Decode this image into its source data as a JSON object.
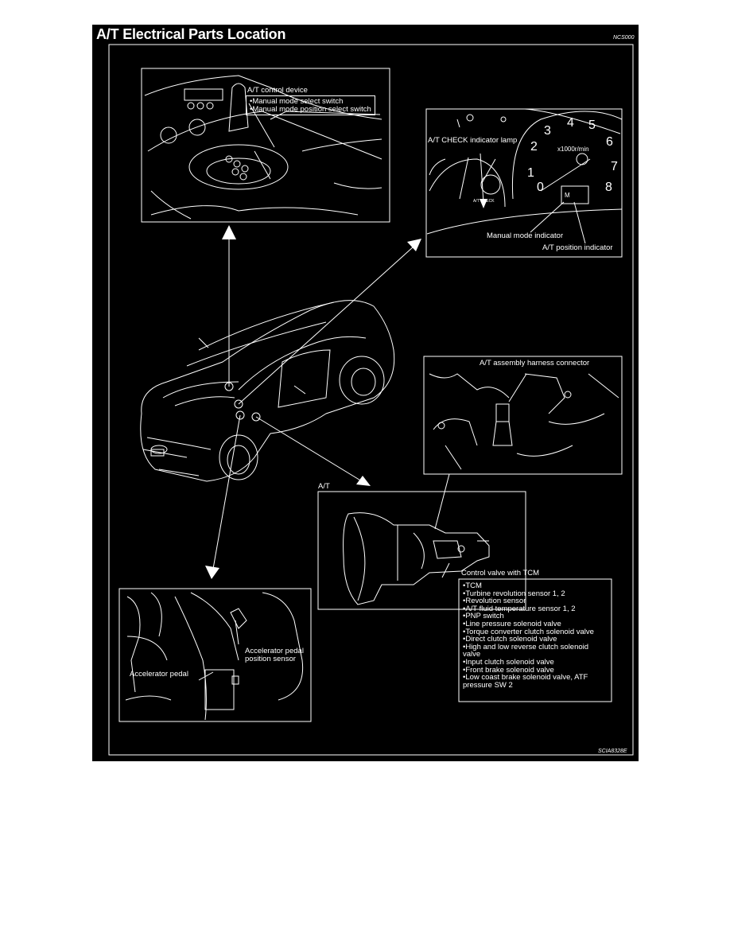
{
  "page": {
    "title": "A/T Electrical Parts Location",
    "code_top_right": "NCS000",
    "code_bottom_right": "SCIA8328E"
  },
  "callouts": {
    "control_device": {
      "title": "A/T control device",
      "items": [
        "Manual mode select switch",
        "Manual mode position select switch"
      ]
    },
    "meter": {
      "check_lamp": "A/T CHECK indicator lamp",
      "manual_indicator": "Manual mode indicator",
      "position_indicator": "A/T position indicator",
      "tach_unit": "x1000r/min",
      "tach_numerals": [
        "0",
        "1",
        "2",
        "3",
        "4",
        "5",
        "6",
        "7",
        "8"
      ],
      "gear_letter": "M",
      "small_label": "A/T CHECK"
    },
    "harness": {
      "title": "A/T assembly harness connector"
    },
    "at_assembly": {
      "title": "A/T",
      "control_valve_title": "Control valve with TCM",
      "items": [
        "TCM",
        "Turbine revolution sensor 1, 2",
        "Revolution sensor",
        "A/T fluid temperature sensor 1, 2",
        "PNP switch",
        "Line pressure solenoid valve",
        "Torque converter clutch solenoid valve",
        "Direct clutch solenoid valve",
        "High and low reverse clutch solenoid valve",
        "Input clutch solenoid valve",
        "Front brake solenoid valve",
        "Low coast brake solenoid valve, ATF pressure SW 2"
      ]
    },
    "pedal": {
      "pedal_label": "Accelerator pedal",
      "sensor_label": "Accelerator pedal position sensor"
    }
  },
  "colors": {
    "background": "#000000",
    "ink": "#ffffff",
    "page": "#ffffff"
  }
}
